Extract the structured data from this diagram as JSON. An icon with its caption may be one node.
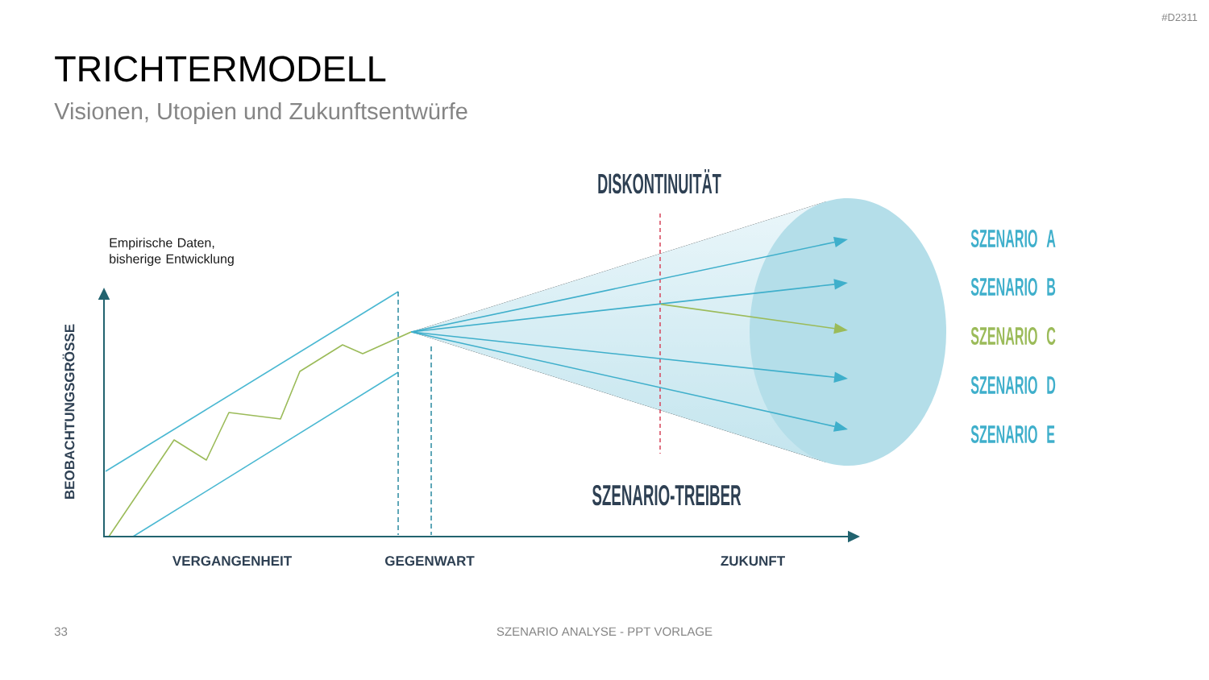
{
  "diagram": {
    "title": "TRICHTERMODELL",
    "labels": [
      "#D2311",
      "Visionen, Utopien und Zukunftsentwürfe",
      "Empirische Daten, bisherige Entwicklung",
      "DISKONTINUITÄT",
      "SZENARIO A",
      "SZENARIO B",
      "SZENARIO C",
      "SZENARIO D",
      "SZENARIO E",
      "BEOBACHTUNGSGRÖSSE",
      "SZENARIO-TREIBER",
      "VERGANGENHEIT",
      "GEGENWART",
      "ZUKUNFT",
      "33",
      "SZENARIO ANALYSE - PPT VORLAGE"
    ]
  }
}
